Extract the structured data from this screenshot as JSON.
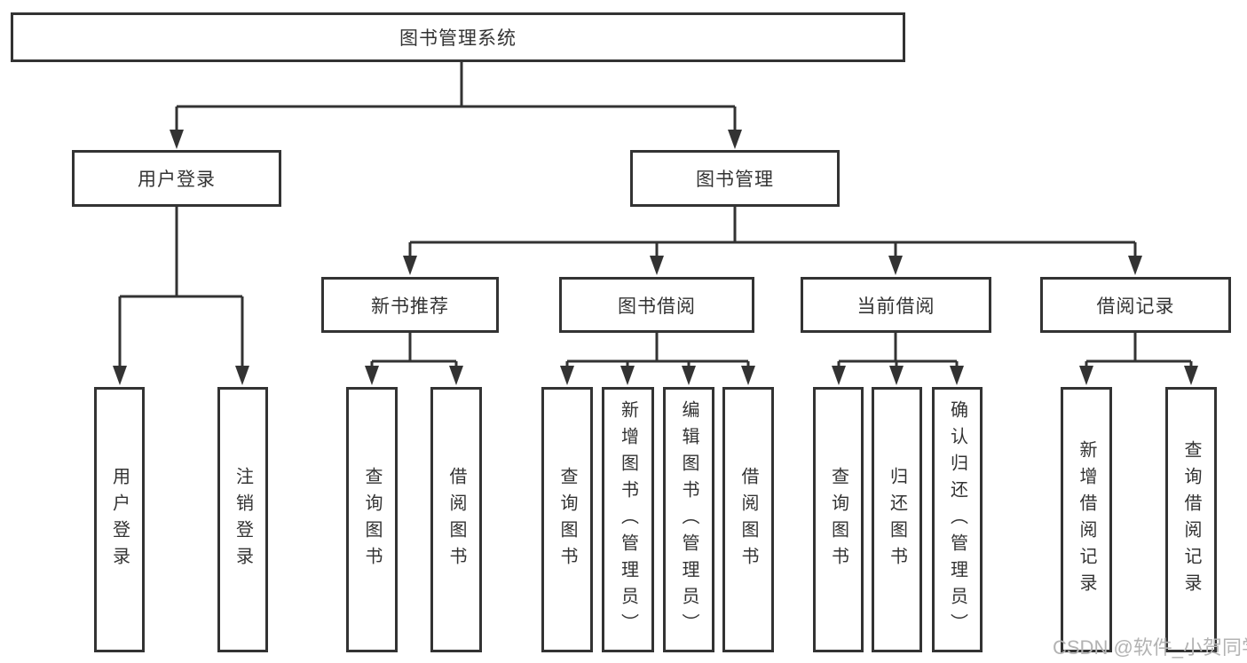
{
  "diagram": {
    "tree": {
      "label": "图书管理系统",
      "children": [
        {
          "label": "用户登录",
          "children": [
            {
              "label": "用户登录"
            },
            {
              "label": "注销登录"
            }
          ]
        },
        {
          "label": "图书管理",
          "children": [
            {
              "label": "新书推荐",
              "children": [
                {
                  "label": "查询图书"
                },
                {
                  "label": "借阅图书"
                }
              ]
            },
            {
              "label": "图书借阅",
              "children": [
                {
                  "label": "查询图书"
                },
                {
                  "label": "新增图书（管理员）"
                },
                {
                  "label": "编辑图书（管理员）"
                },
                {
                  "label": "借阅图书"
                }
              ]
            },
            {
              "label": "当前借阅",
              "children": [
                {
                  "label": "查询图书"
                },
                {
                  "label": "归还图书"
                },
                {
                  "label": "确认归还（管理员）"
                }
              ]
            },
            {
              "label": "借阅记录",
              "children": [
                {
                  "label": "新增借阅记录"
                },
                {
                  "label": "查询借阅记录"
                }
              ]
            }
          ]
        }
      ]
    },
    "watermark": "CSDN @软件_小贺同学",
    "colors": {
      "line": "#333333",
      "text": "#333333",
      "box_background": "#ffffff",
      "watermark": "#b3b3b3"
    }
  }
}
